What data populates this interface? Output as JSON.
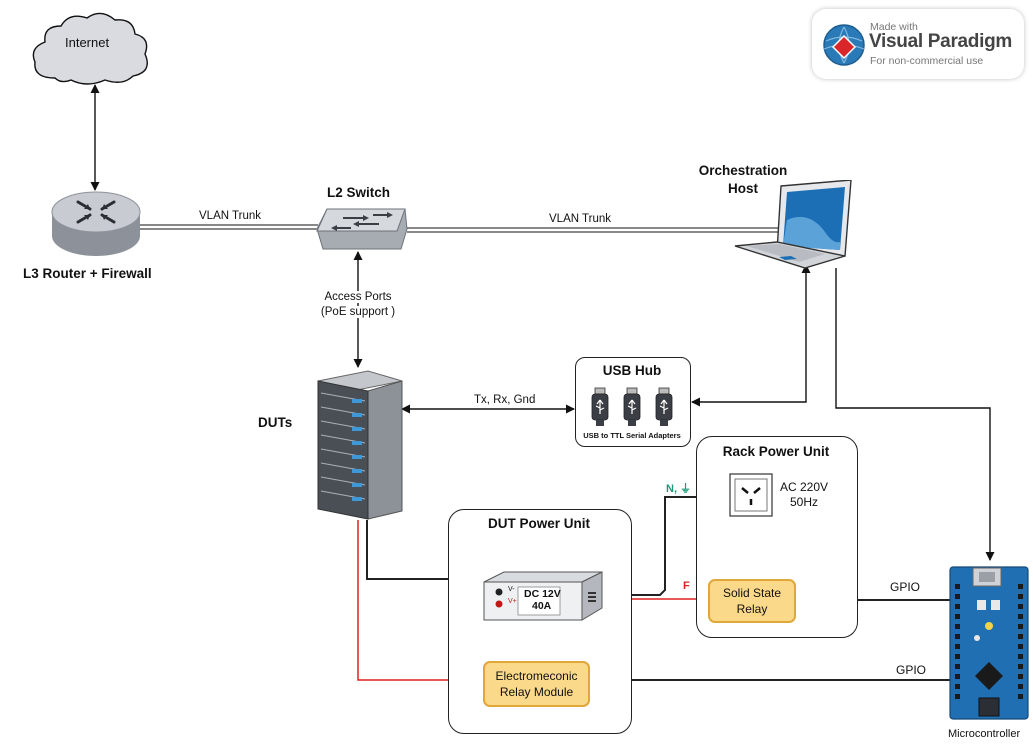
{
  "watermark": {
    "line1": "Made with",
    "brand": "Visual Paradigm",
    "line3": "For non-commercial use"
  },
  "nodes": {
    "internet": "Internet",
    "router": "L3 Router + Firewall",
    "switch": "L2 Switch",
    "host_line1": "Orchestration",
    "host_line2": "Host",
    "duts": "DUTs",
    "usb_hub": "USB Hub",
    "usb_caption": "USB to TTL Serial Adapters",
    "rack_power_unit": "Rack Power Unit",
    "dut_power_unit": "DUT Power Unit",
    "socket_line1": "AC 220V",
    "socket_line2": "50Hz",
    "psu_line1": "DC 12V",
    "psu_line2": "40A",
    "psu_terminal_neg": "V-",
    "psu_terminal_pos": "V+",
    "ssr_line1": "Solid State",
    "ssr_line2": "Relay",
    "emr_line1": "Electromeconic",
    "emr_line2": "Relay Module",
    "microcontroller": "Microcontroller"
  },
  "edges": {
    "vlan_trunk_left": "VLAN Trunk",
    "vlan_trunk_right": "VLAN Trunk",
    "access_ports_line1": "Access Ports",
    "access_ports_line2": "(PoE support )",
    "serial": "Tx, Rx, Gnd",
    "neutral_ground": "N, ⏚",
    "phase": "F",
    "gpio_upper": "GPIO",
    "gpio_lower": "GPIO"
  },
  "colors": {
    "power_line": "#e02020",
    "signal_line": "#222222",
    "relay_fill": "#fbd98a",
    "relay_border": "#e0a83a",
    "neutral_label": "#1a9a7a",
    "phase_label": "#e02020",
    "board": "#1f6fb2"
  },
  "icons": {
    "internet": "cloud-icon",
    "router": "router-icon",
    "switch": "switch-icon",
    "host": "laptop-icon",
    "duts": "server-rack-icon",
    "usb": "usb-stick-icon",
    "socket": "power-socket-icon",
    "psu": "power-supply-icon",
    "mcu": "arduino-board-icon"
  }
}
